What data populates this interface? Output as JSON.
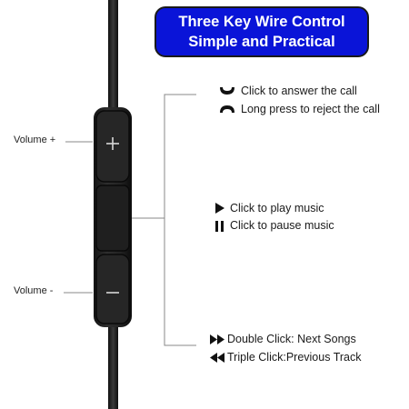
{
  "banner": {
    "line1": "Three Key Wire Control",
    "line2": "Simple and Practical",
    "bg_color": "#0a14d8"
  },
  "left_labels": {
    "volume_up": "Volume +",
    "volume_down": "Volume -"
  },
  "top_group": {
    "answer": "Click to answer the call",
    "reject": "Long press to reject the call"
  },
  "middle_group": {
    "play": "Click to play music",
    "pause": "Click to pause music"
  },
  "bottom_group": {
    "next": "Double Click: Next Songs",
    "previous": "Triple Click:Previous Track"
  },
  "remote_buttons": {
    "top_symbol": "+",
    "bottom_symbol": "−"
  },
  "icons": {
    "answer": "phone-answer-icon",
    "reject": "phone-reject-icon",
    "play": "play-icon",
    "pause": "pause-icon",
    "next": "fast-forward-icon",
    "previous": "rewind-icon"
  }
}
